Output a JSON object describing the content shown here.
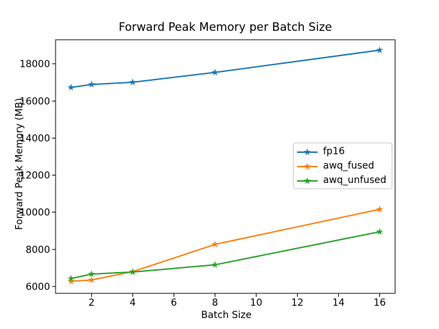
{
  "chart_data": {
    "type": "line",
    "title": "Forward Peak Memory per Batch Size",
    "xlabel": "Batch Size",
    "ylabel": "Forward Peak Memory (MB)",
    "x": [
      1,
      2,
      4,
      8,
      16
    ],
    "series": [
      {
        "name": "fp16",
        "color": "#1f77b4",
        "values": [
          16730,
          16890,
          17010,
          17540,
          18740
        ]
      },
      {
        "name": "awq_fused",
        "color": "#ff7f0e",
        "values": [
          6280,
          6350,
          6800,
          8270,
          10160
        ]
      },
      {
        "name": "awq_unfused",
        "color": "#2ca02c",
        "values": [
          6430,
          6670,
          6780,
          7170,
          8950
        ]
      }
    ],
    "xticks": [
      2,
      4,
      6,
      8,
      10,
      12,
      14,
      16
    ],
    "yticks": [
      6000,
      8000,
      10000,
      12000,
      14000,
      16000,
      18000
    ],
    "xlim": [
      0.25,
      16.75
    ],
    "ylim": [
      5630,
      19300
    ],
    "grid": false,
    "marker": "star",
    "legend_position": "center-right",
    "background": "#ffffff",
    "axis_color": "#000000"
  }
}
